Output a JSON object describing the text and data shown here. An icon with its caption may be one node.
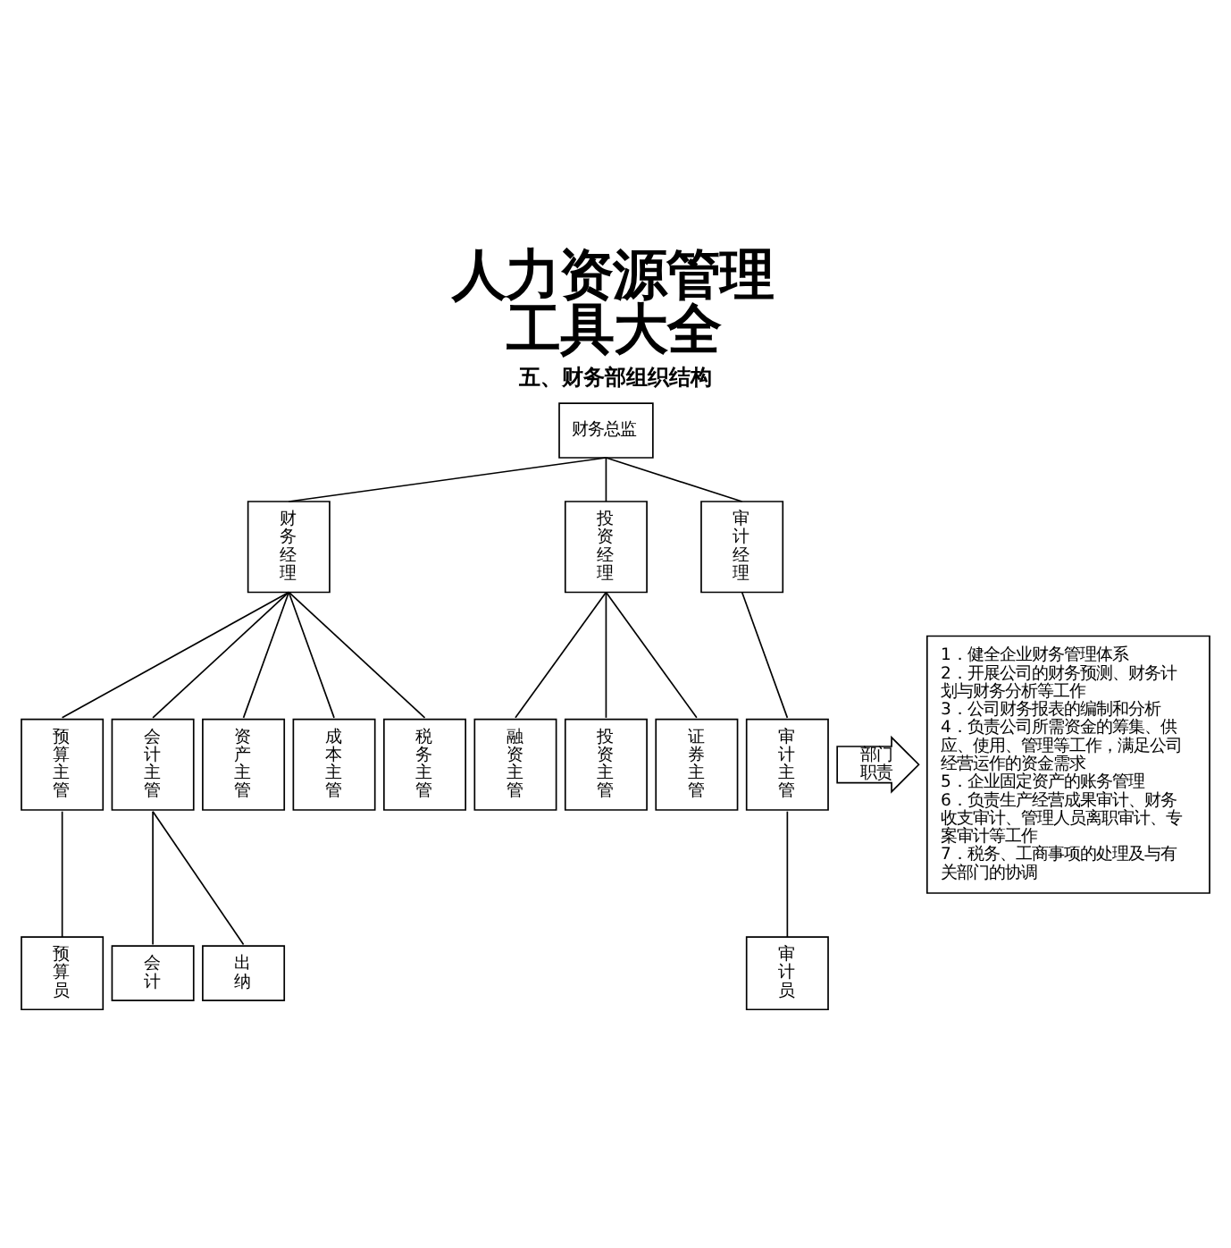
{
  "diagram": {
    "title": "人力资源管理工具大全",
    "caption": "五、财务部组织结构",
    "nodes": [
      {
        "text": [
          "财务总监"
        ]
      },
      {
        "text": [
          "财务经理"
        ]
      },
      {
        "text": [
          "投资经理"
        ]
      },
      {
        "text": [
          "审计经理"
        ]
      },
      {
        "text": [
          "预算主管"
        ]
      },
      {
        "text": [
          "会计主管"
        ]
      },
      {
        "text": [
          "资产主管"
        ]
      },
      {
        "text": [
          "成本主管"
        ]
      },
      {
        "text": [
          "税务主管"
        ]
      },
      {
        "text": [
          "融资主管"
        ]
      },
      {
        "text": [
          "投资主管"
        ]
      },
      {
        "text": [
          "证券主管"
        ]
      },
      {
        "text": [
          "审计主管"
        ]
      },
      {
        "text": [
          "预算员"
        ]
      },
      {
        "text": [
          "会计"
        ]
      },
      {
        "text": [
          "出纳"
        ]
      },
      {
        "text": [
          "审计员"
        ]
      },
      {
        "text": [
          "部门职责"
        ]
      },
      {
        "text": [
          "1．健全企业财务管理体系",
          "2．开展公司的财务预测、财务计划与财务分析等工作",
          "3．公司财务报表的编制和分析",
          "4．负责公司所需资金的筹集、供应、使用、管理等工作，满足公司经营运作的资金需求",
          "5．企业固定资产的账务管理",
          "6．负责生产经营成果审计、财务收支审计、管理人员离职审计、专案审计等工作",
          "7．税务、工商事项的处理及与有关部门的协调"
        ]
      }
    ],
    "edges": [
      {
        "from": 0,
        "to": 1,
        "arrow": "none"
      },
      {
        "from": 0,
        "to": 2,
        "arrow": "none"
      },
      {
        "from": 0,
        "to": 3,
        "arrow": "none"
      },
      {
        "from": 1,
        "to": 4,
        "arrow": "none"
      },
      {
        "from": 1,
        "to": 5,
        "arrow": "none"
      },
      {
        "from": 1,
        "to": 6,
        "arrow": "none"
      },
      {
        "from": 1,
        "to": 7,
        "arrow": "none"
      },
      {
        "from": 1,
        "to": 8,
        "arrow": "none"
      },
      {
        "from": 2,
        "to": 9,
        "arrow": "none"
      },
      {
        "from": 2,
        "to": 10,
        "arrow": "none"
      },
      {
        "from": 2,
        "to": 11,
        "arrow": "none"
      },
      {
        "from": 3,
        "to": 12,
        "arrow": "none"
      },
      {
        "from": 4,
        "to": 13,
        "arrow": "none"
      },
      {
        "from": 5,
        "to": 14,
        "arrow": "none"
      },
      {
        "from": 5,
        "to": 15,
        "arrow": "none"
      },
      {
        "from": 12,
        "to": 16,
        "arrow": "none"
      }
    ]
  }
}
